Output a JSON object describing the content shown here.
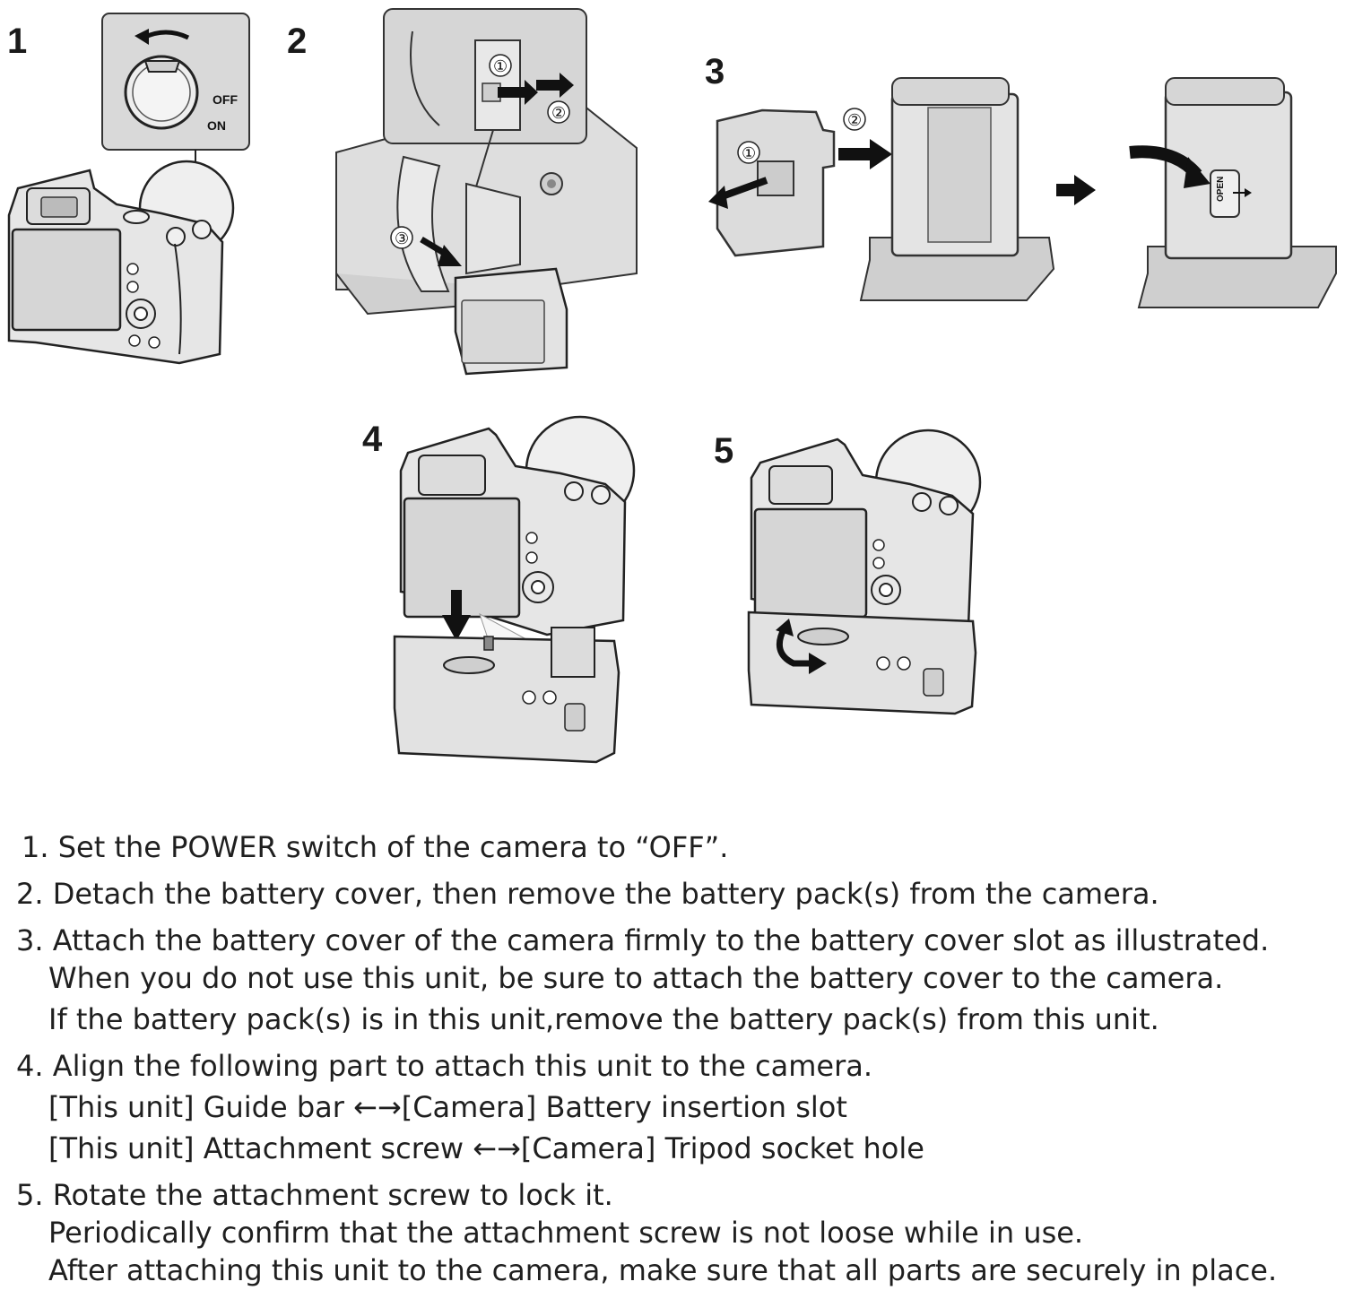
{
  "figures": {
    "step1": {
      "number": "1",
      "dial_labels": {
        "off": "OFF",
        "on": "ON"
      }
    },
    "step2": {
      "number": "2",
      "callouts": [
        "①",
        "②",
        "③"
      ]
    },
    "step3": {
      "number": "3",
      "callouts": [
        "①",
        "②"
      ],
      "cover_label": "OPEN"
    },
    "step4": {
      "number": "4"
    },
    "step5": {
      "number": "5"
    }
  },
  "instructions": [
    {
      "lines": [
        "1. Set the POWER switch of the camera to “OFF”."
      ]
    },
    {
      "lines": [
        "2. Detach the battery cover, then remove the battery pack(s) from the camera."
      ]
    },
    {
      "lines": [
        "3. Attach the battery cover of the camera firmly to the battery cover slot as illustrated.",
        "When you do not use this unit, be sure to attach the battery cover to the camera.",
        "If the battery pack(s) is in this unit,remove the battery pack(s) from this unit."
      ]
    },
    {
      "lines": [
        "4. Align the following part to attach this unit to the camera.",
        "[This unit] Guide bar ←→[Camera] Battery insertion slot",
        "[This unit] Attachment screw ←→[Camera] Tripod socket hole"
      ]
    },
    {
      "lines": [
        "5. Rotate the attachment screw to lock it.",
        "Periodically confirm that the attachment screw is not loose while in use.",
        "After attaching this unit to the camera, make sure that all parts are securely in place."
      ]
    }
  ]
}
